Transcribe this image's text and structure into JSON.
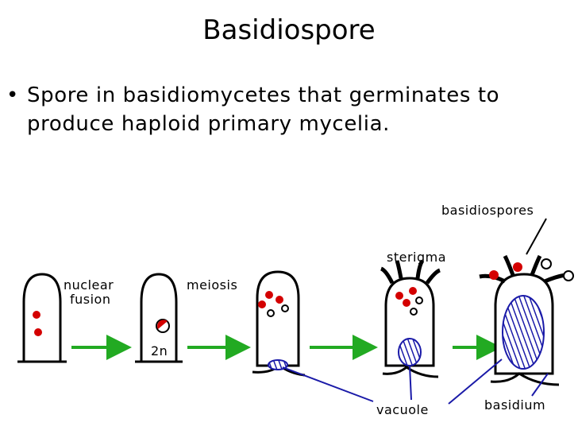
{
  "title": "Basidiospore",
  "bullet": {
    "marker": "•",
    "line1": "Spore in basidiomycetes that germinates to",
    "line2": "produce haploid primary mycelia."
  },
  "diagram": {
    "labels": {
      "nuclear": "nuclear",
      "fusion": "fusion",
      "meiosis": "meiosis",
      "two_n": "2n",
      "sterigma": "sterigma",
      "basidiospores": "basidiospores",
      "vacuole": "vacuole",
      "basidium": "basidium"
    },
    "colors": {
      "nucleus": "#d40000",
      "arrow": "#22aa22",
      "vacuole": "#1a1aa8",
      "pointer_line": "#1a1aa8",
      "outline": "#000000"
    }
  }
}
